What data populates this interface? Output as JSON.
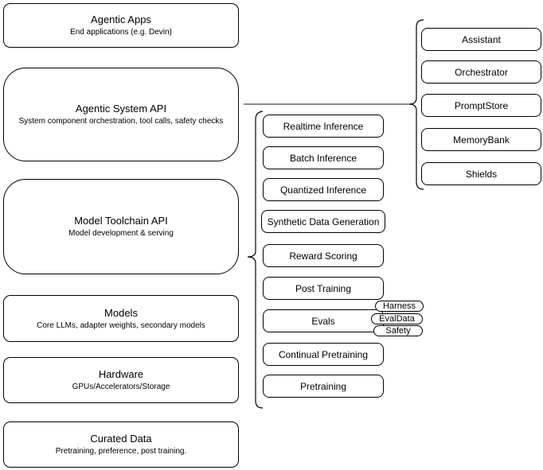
{
  "diagram": {
    "layers": [
      {
        "title": "Agentic Apps",
        "subtitle": "End applications (e.g. Devin)"
      },
      {
        "title": "Agentic System API",
        "subtitle": "System component orchestration, tool calls, safety checks"
      },
      {
        "title": "Model Toolchain API",
        "subtitle": "Model development & serving"
      },
      {
        "title": "Models",
        "subtitle": "Core LLMs, adapter weights, secondary models"
      },
      {
        "title": "Hardware",
        "subtitle": "GPUs/Accelerators/Storage"
      },
      {
        "title": "Curated Data",
        "subtitle": "Pretraining, preference, post training."
      }
    ],
    "toolchain_services": [
      "Realtime Inference",
      "Batch Inference",
      "Quantized Inference",
      "Synthetic Data Generation",
      "Reward Scoring",
      "Post Training",
      "Evals",
      "Continual Pretraining",
      "Pretraining"
    ],
    "eval_tags": [
      "Harness",
      "EvalData",
      "Safety"
    ],
    "system_components": [
      "Assistant",
      "Orchestrator",
      "PromptStore",
      "MemoryBank",
      "Shields"
    ],
    "colors": {
      "stroke": "#000000",
      "fill": "#ffffff",
      "text": "#000000",
      "connector": "#7a7a7a"
    }
  }
}
